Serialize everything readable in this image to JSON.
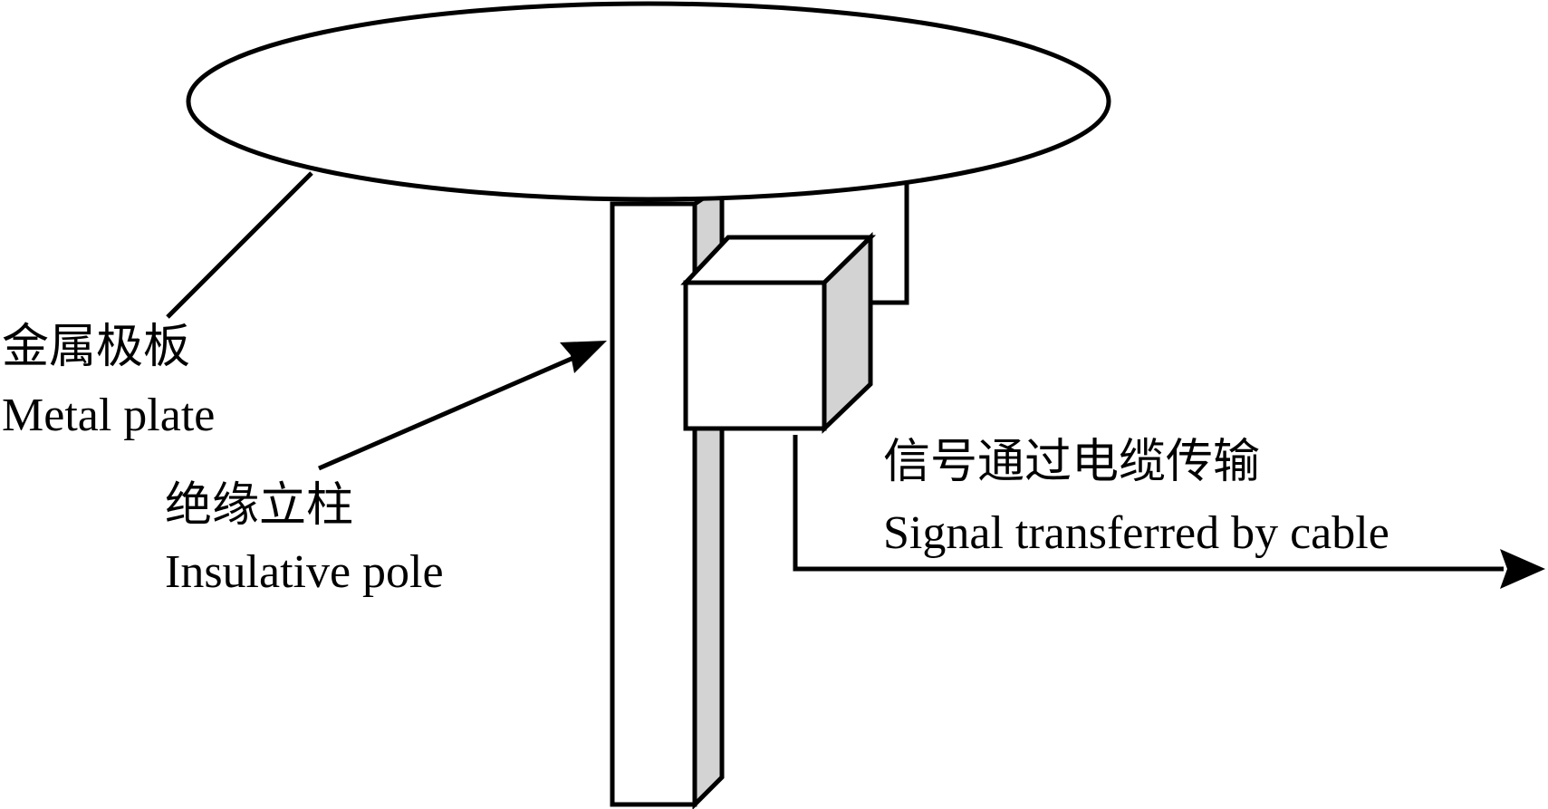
{
  "labels": {
    "metal_plate": {
      "zh": "金属极板",
      "en": "Metal plate"
    },
    "insulative_pole": {
      "zh": "绝缘立柱",
      "en": "Insulative pole"
    },
    "signal_cable": {
      "zh": "信号通过电缆传输",
      "en": "Signal transferred by cable"
    }
  },
  "colors": {
    "line": "#000000",
    "fill": "#ffffff",
    "shade": "#d3d3d3"
  }
}
